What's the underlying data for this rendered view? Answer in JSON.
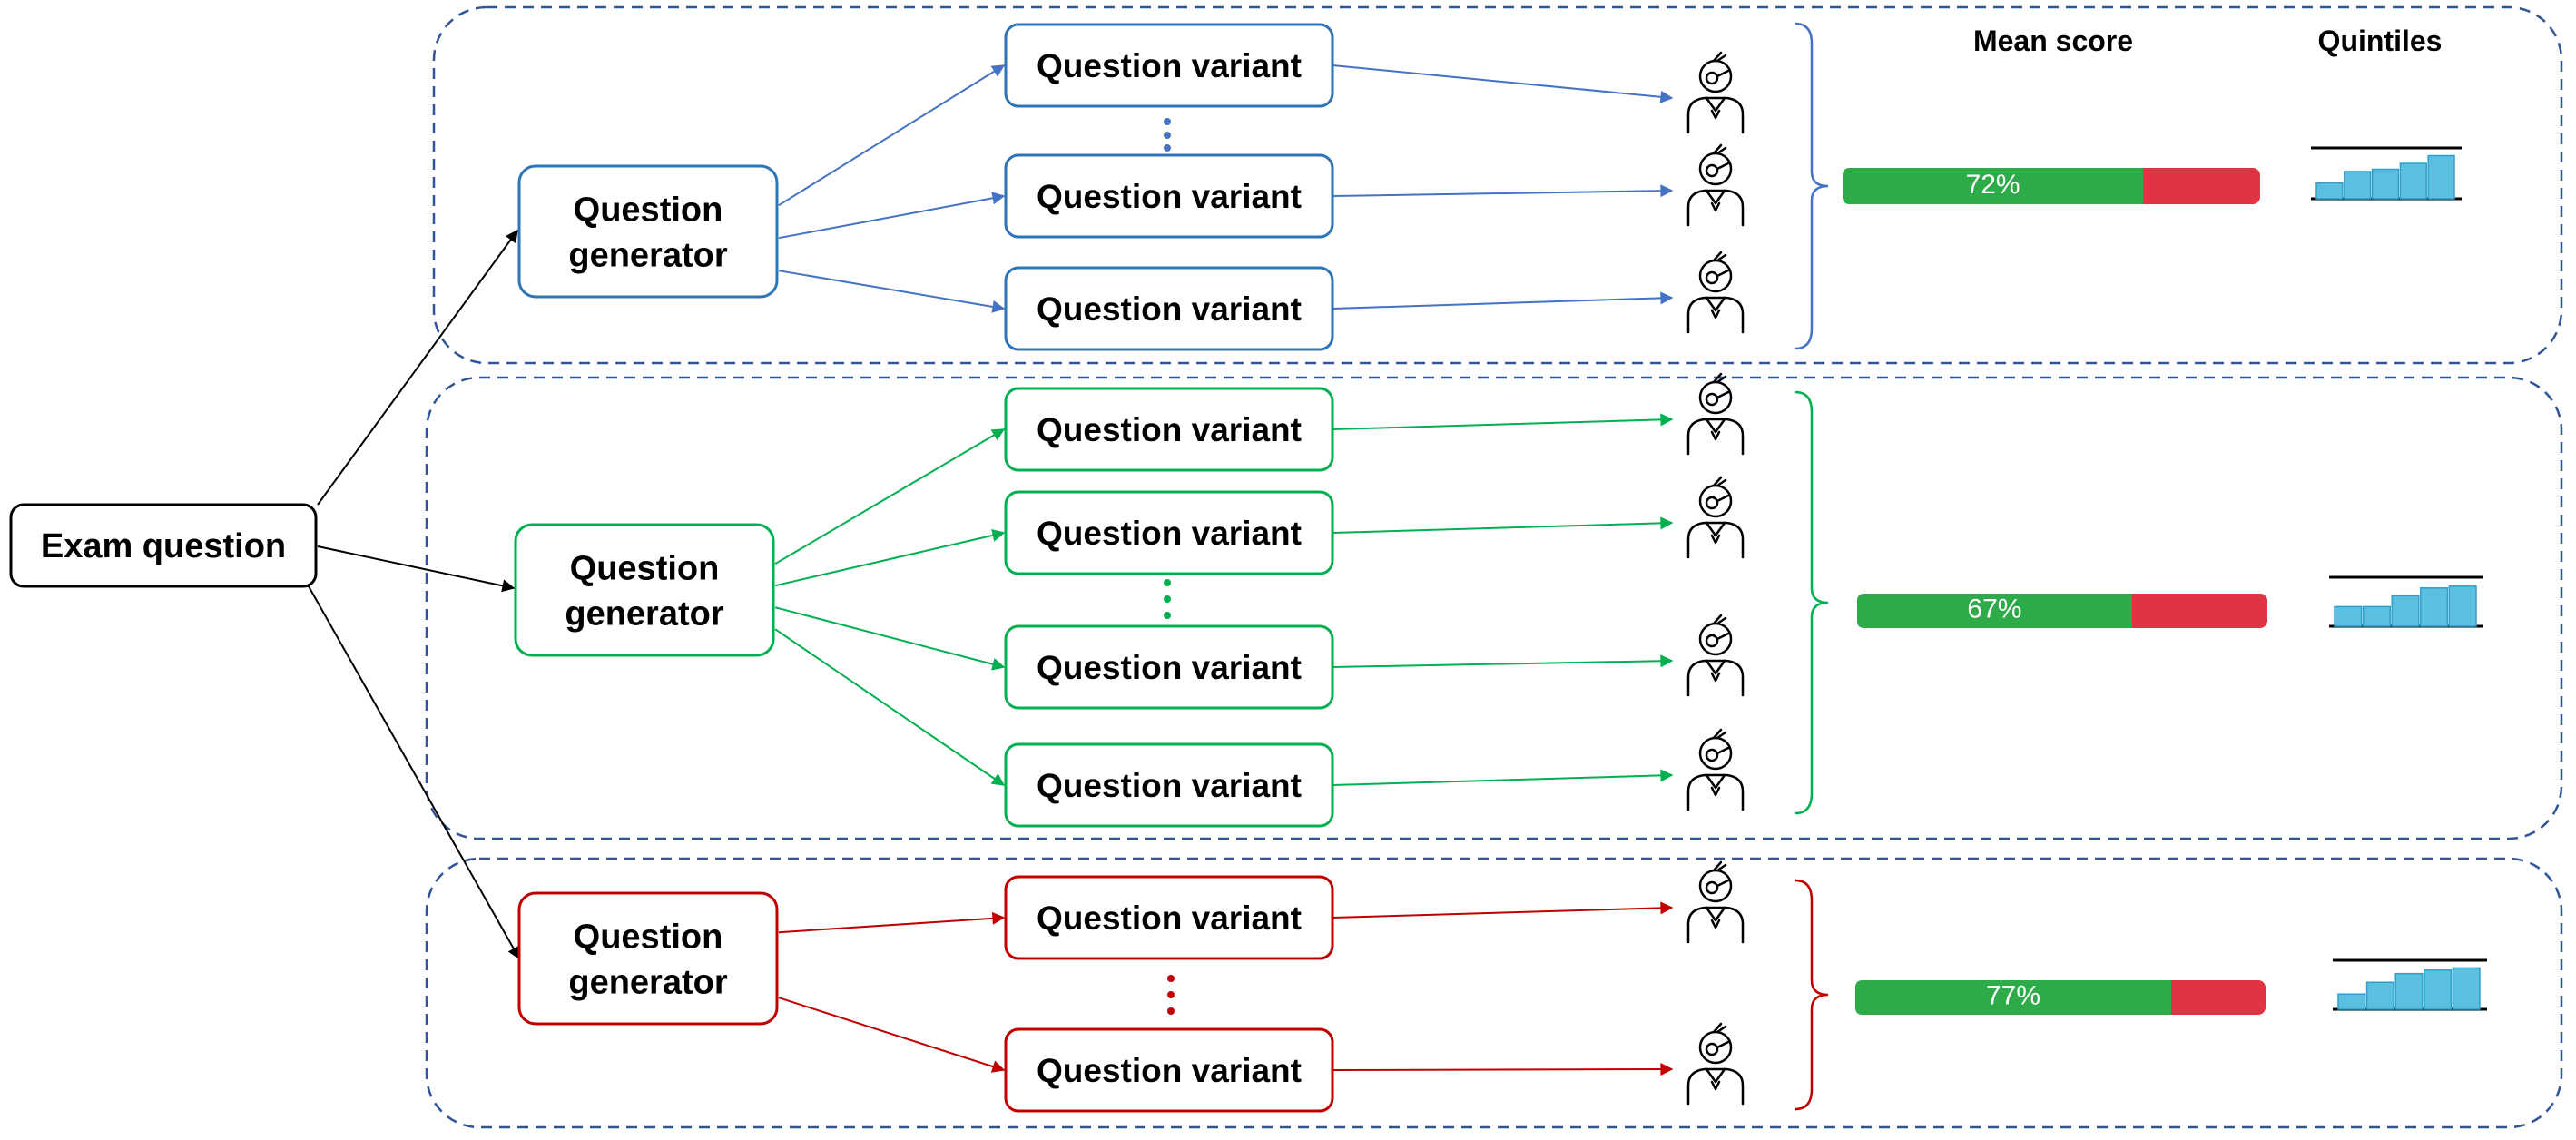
{
  "colors": {
    "frame": "#2F5597",
    "blue": "#4472C4",
    "blue_box": "#2E75B6",
    "green": "#00B050",
    "red": "#C00000",
    "bar_pass": "#2EAB49",
    "bar_fail": "#E03444",
    "quintile_fill": "#5BC0E0",
    "quintile_stroke": "#2E9FCC"
  },
  "headers": {
    "mean_score": "Mean score",
    "quintiles": "Quintiles"
  },
  "root": {
    "label": "Exam question"
  },
  "groups": [
    {
      "id": "blue",
      "generator_lines": [
        "Question",
        "generator"
      ],
      "variant_label": "Question variant",
      "variant_count": 3,
      "ellipsis": true,
      "mean_score": 72,
      "mean_score_label": "72%",
      "quintiles": [
        0.35,
        0.6,
        0.65,
        0.78,
        0.95
      ]
    },
    {
      "id": "green",
      "generator_lines": [
        "Question",
        "generator"
      ],
      "variant_label": "Question variant",
      "variant_count": 4,
      "ellipsis": true,
      "mean_score": 67,
      "mean_score_label": "67%",
      "quintiles": [
        0.45,
        0.45,
        0.7,
        0.88,
        0.92
      ]
    },
    {
      "id": "red",
      "generator_lines": [
        "Question",
        "generator"
      ],
      "variant_label": "Question variant",
      "variant_count": 2,
      "ellipsis": true,
      "mean_score": 77,
      "mean_score_label": "77%",
      "quintiles": [
        0.35,
        0.62,
        0.82,
        0.9,
        0.95
      ]
    }
  ]
}
